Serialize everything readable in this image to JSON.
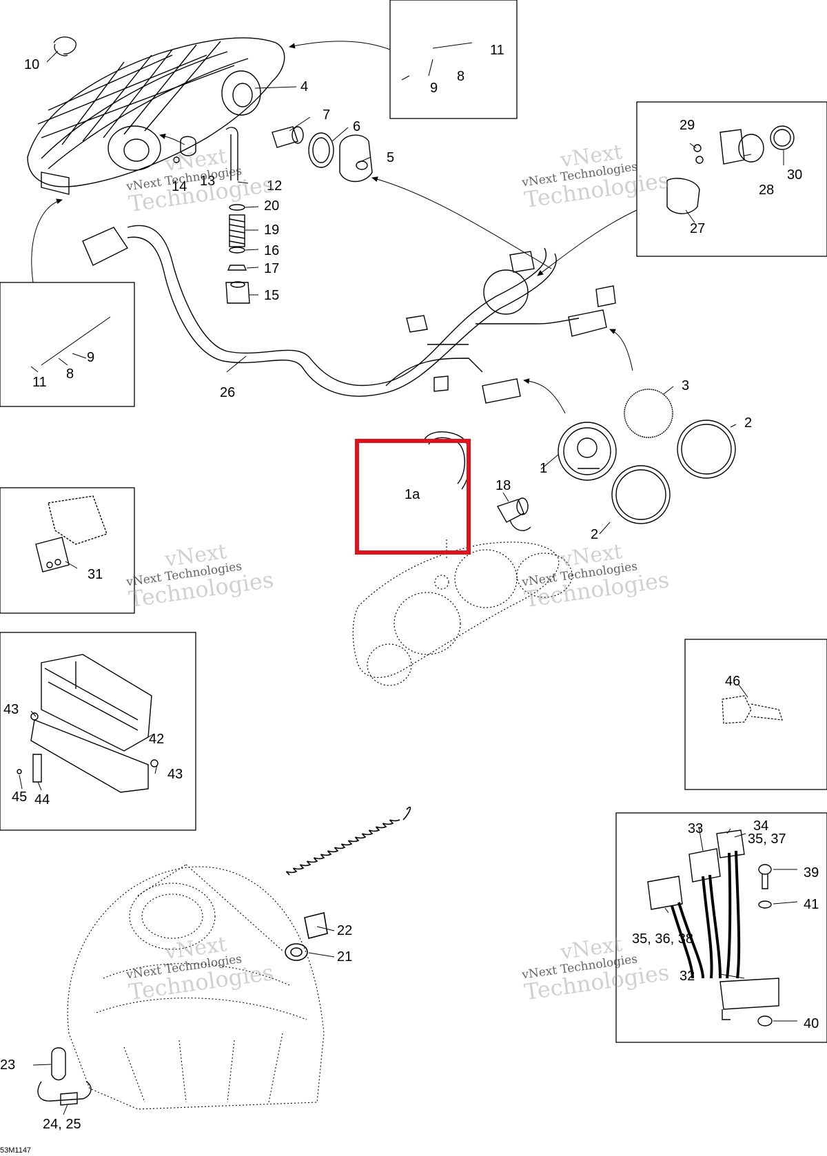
{
  "diagram": {
    "document_code": "53M1147",
    "highlight_color": "#e0121c",
    "line_color": "#000000",
    "watermark": {
      "line1": "vNext",
      "line2": "vNext Technologies",
      "line3": "Technologies"
    },
    "callouts": {
      "c1": "1",
      "c1a": "1a",
      "c2a": "2",
      "c2b": "2",
      "c3": "3",
      "c4": "4",
      "c5": "5",
      "c6": "6",
      "c7": "7",
      "c8a": "8",
      "c8b": "8",
      "c9a": "9",
      "c9b": "9",
      "c10": "10",
      "c11a": "11",
      "c11b": "11",
      "c12": "12",
      "c13": "13",
      "c14": "14",
      "c15": "15",
      "c16": "16",
      "c17": "17",
      "c18": "18",
      "c19": "19",
      "c20": "20",
      "c21": "21",
      "c22": "22",
      "c23": "23",
      "c2425": "24, 25",
      "c26": "26",
      "c27": "27",
      "c28": "28",
      "c29": "29",
      "c30": "30",
      "c31": "31",
      "c32": "32",
      "c33": "33",
      "c34": "34",
      "c3537": "35, 37",
      "c353638": "35, 36, 38",
      "c39": "39",
      "c40": "40",
      "c41": "41",
      "c42": "42",
      "c43a": "43",
      "c43b": "43",
      "c44": "44",
      "c45": "45",
      "c46": "46"
    }
  }
}
